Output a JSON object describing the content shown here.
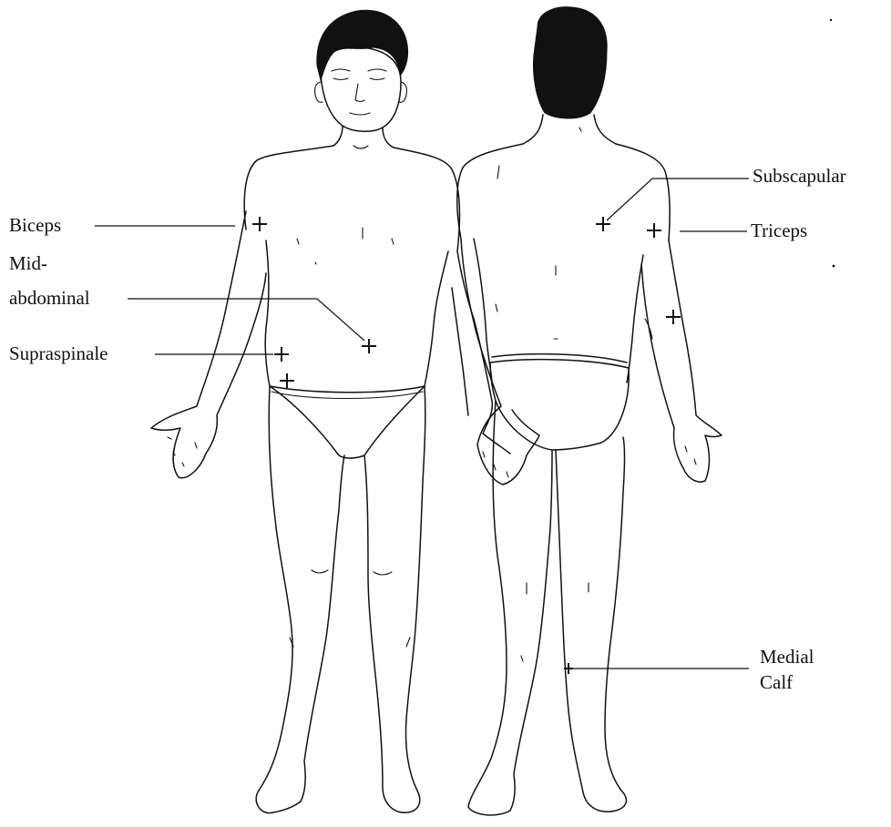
{
  "labels": {
    "biceps": "Biceps",
    "mid_abdominal_line1": "Mid-",
    "mid_abdominal_line2": "abdominal",
    "supraspinale": "Supraspinale",
    "subscapular": "Subscapular",
    "triceps": "Triceps",
    "medial_calf_line1": "Medial",
    "medial_calf_line2": "Calf"
  },
  "figures": [
    "front-view-male",
    "back-view-male"
  ],
  "mark_symbol": "+"
}
